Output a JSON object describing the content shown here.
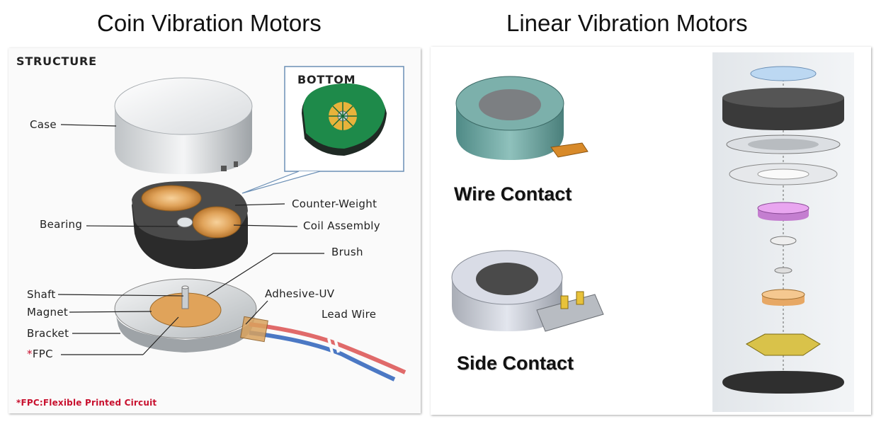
{
  "titles": {
    "left": "Coin Vibration Motors",
    "right": "Linear Vibration Motors"
  },
  "coin_diagram": {
    "structure": "STRUCTURE",
    "bottom": "BOTTOM",
    "labels": {
      "case": "Case",
      "counter_weight": "Counter-Weight",
      "bearing": "Bearing",
      "coil_assembly": "Coil Assembly",
      "brush": "Brush",
      "shaft": "Shaft",
      "magnet": "Magnet",
      "bracket": "Bracket",
      "fpc_marker": "*",
      "fpc": "FPC",
      "adhesive": "Adhesive-UV",
      "lead_wire": "Lead Wire"
    },
    "footnote": "*FPC:Flexible Printed Circuit"
  },
  "linear_diagram": {
    "wire_contact": "Wire Contact",
    "side_contact": "Side Contact"
  },
  "colors": {
    "copper": "#e0a35a",
    "pcb_green": "#1e8a4a",
    "teal_case": "#5e9c98",
    "lavender": "#e9a6f0",
    "light_blue": "#bcd8f2",
    "accent_red": "#c8102e"
  }
}
